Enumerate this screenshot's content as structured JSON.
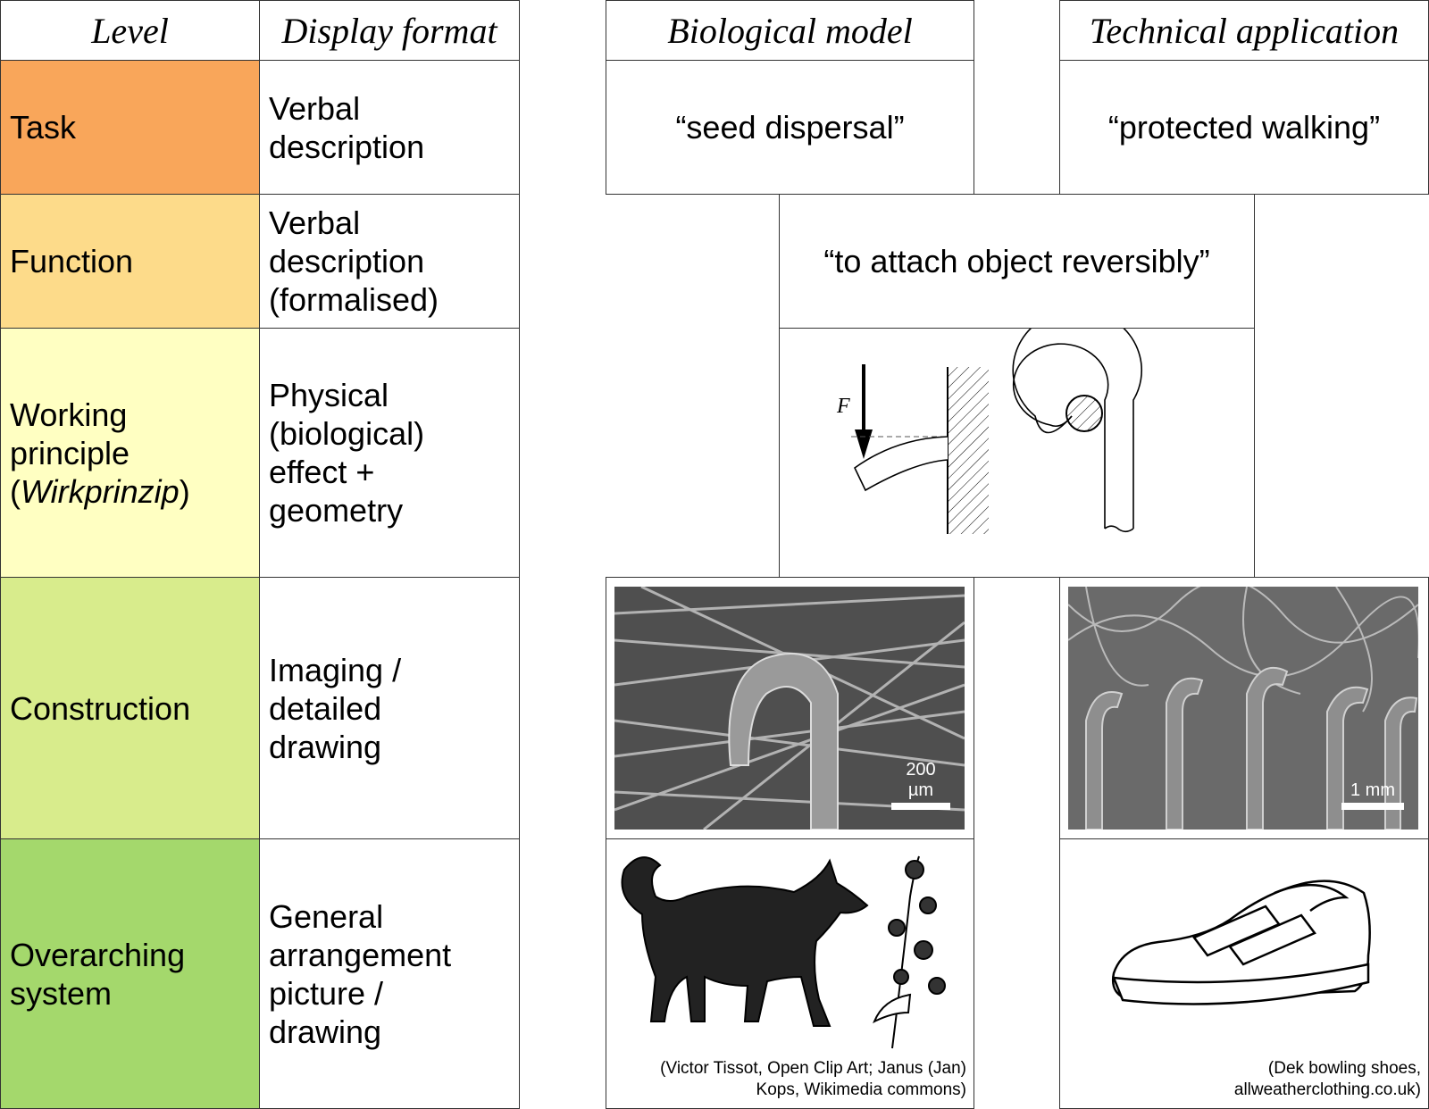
{
  "headers": {
    "level": "Level",
    "display_format": "Display format",
    "biological_model": "Biological model",
    "technical_application": "Technical application"
  },
  "rows": [
    {
      "level": [
        "Task"
      ],
      "format": [
        "Verbal",
        "description"
      ],
      "color": "#f9a65a"
    },
    {
      "level": [
        "Function"
      ],
      "format": [
        "Verbal",
        "description",
        "(formalised)"
      ],
      "color": "#fddb8a"
    },
    {
      "level": [
        "Working",
        "principle",
        "(Wirkprinzip)"
      ],
      "format": [
        "Physical",
        "(biological)",
        "effect +",
        "geometry"
      ],
      "color": "#ffffc2"
    },
    {
      "level": [
        "Construction"
      ],
      "format": [
        "Imaging /",
        "detailed",
        "drawing"
      ],
      "color": "#d8ec8c"
    },
    {
      "level": [
        "Overarching",
        "system"
      ],
      "format": [
        "General",
        "arrangement",
        "picture /",
        "drawing"
      ],
      "color": "#a4d86c"
    }
  ],
  "task": {
    "biological": "“seed dispersal”",
    "technical": "“protected walking”"
  },
  "function_text": "“to attach object reversibly”",
  "working_principle": {
    "force_label": "F"
  },
  "construction": {
    "bio_scale": "200 µm",
    "tech_scale": "1 mm"
  },
  "overarching": {
    "bio_credit": [
      "(Victor Tissot, Open Clip Art; Janus (Jan)",
      "Kops, Wikimedia commons)"
    ],
    "tech_credit": [
      "(Dek bowling shoes,",
      "allweatherclothing.co.uk)"
    ]
  }
}
